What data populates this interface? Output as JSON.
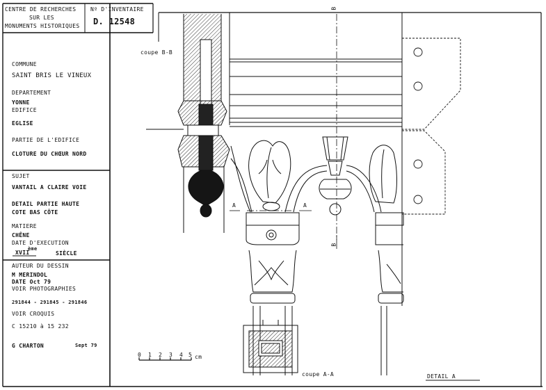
{
  "header": {
    "institution_line1": "CENTRE DE RECHERCHES",
    "institution_line2": "SUR LES",
    "institution_line3": "MONUMENTS HISTORIQUES",
    "inventory_label": "Nº D'INVENTAIRE",
    "inventory_number": "D. 12548"
  },
  "location": {
    "commune_label": "COMMUNE",
    "commune": "SAINT BRIS LE VINEUX",
    "departement_label": "DEPARTEMENT",
    "departement": "YONNE",
    "edifice_label": "EDIFICE",
    "edifice": "EGLISE",
    "partie_label": "PARTIE DE L'EDIFICE",
    "partie": "CLOTURE DU CHŒUR NORD"
  },
  "subject": {
    "sujet_label": "SUJET",
    "sujet": "VANTAIL A CLAIRE VOIE",
    "detail_line1": "DETAIL  PARTIE HAUTE",
    "detail_line2": "COTE  BAS CÔTE",
    "matiere_label": "MATIERE",
    "matiere": "CHÊNE",
    "date_exec_label": "DATE D'EXECUTION",
    "century_numeral": "XVII",
    "century_suffix": "ème",
    "century_word": "SIÈCLE"
  },
  "author": {
    "auteur_label": "AUTEUR DU DESSIN",
    "auteur": "M  MERINDOL",
    "date": "DATE  Oct 79",
    "photos_label": "VOIR PHOTOGRAPHIES",
    "photos": "291844 - 291845 - 291846",
    "croquis_label": "VOIR CROQUIS",
    "croquis": "C  15210 à 15 232",
    "copy_line": "G  CHARTON",
    "copy_date": "Sept 79"
  },
  "drawing": {
    "coupe_bb": "coupe B-B",
    "coupe_aa": "coupe A-A",
    "section_a_left": "A",
    "section_a_right": "A",
    "section_b_top": "B",
    "section_b_bottom": "B",
    "scale_ticks": [
      "0",
      "1",
      "2",
      "3",
      "4",
      "5"
    ],
    "scale_unit": "cm",
    "detail_label": "DETAIL  A"
  }
}
